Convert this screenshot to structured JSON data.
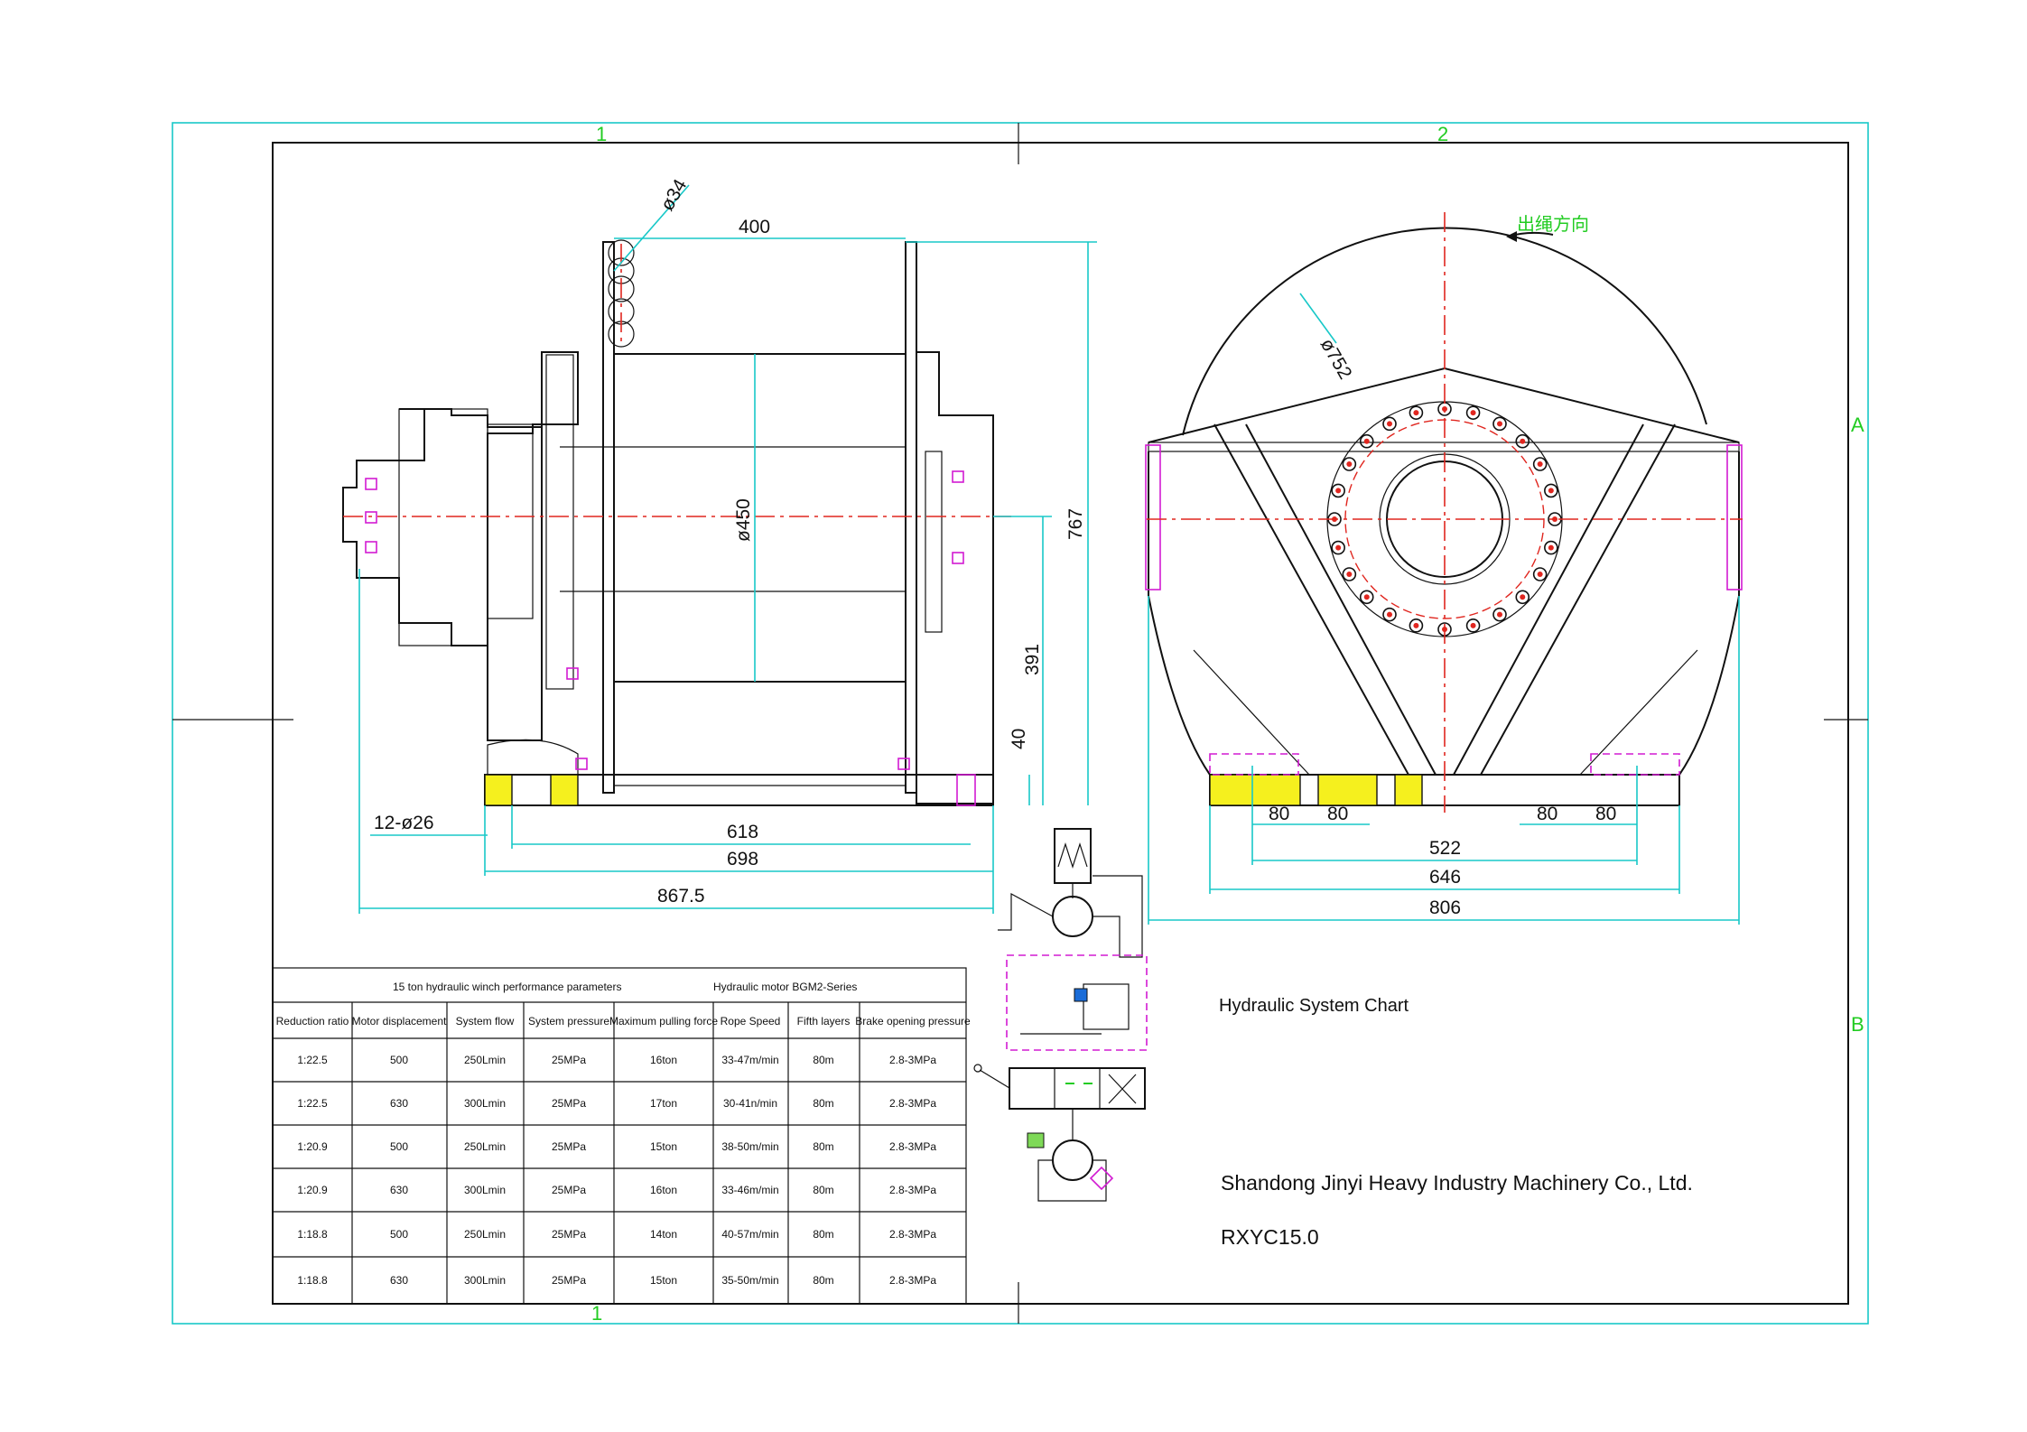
{
  "frame": {
    "zone_labels": [
      "1",
      "2",
      "1"
    ],
    "row_labels": [
      "A",
      "B"
    ]
  },
  "side_view": {
    "dims": {
      "rope_dia": "ø34",
      "drum_len": "400",
      "drum_dia": "ø450",
      "height": "767",
      "axis_height": "391",
      "base_thk": "40",
      "holes": "12-ø26",
      "bolt_span": "618",
      "base_len": "698",
      "total_len": "867.5"
    }
  },
  "front_view": {
    "rope_direction": "出绳方向",
    "dims": {
      "flange_dia": "ø752",
      "pitch_a": "80",
      "pitch_b": "80",
      "pitch_c": "80",
      "pitch_d": "80",
      "inner_span": "522",
      "bolt_span": "646",
      "total_width": "806"
    }
  },
  "hydraulic": {
    "label": "Hydraulic System Chart"
  },
  "title_block": {
    "company": "Shandong Jinyi Heavy Industry Machinery Co., Ltd.",
    "model": "RXYC15.0"
  },
  "params_table": {
    "title_left": "15 ton hydraulic winch performance parameters",
    "title_right": "Hydraulic motor BGM2-Series",
    "headers": [
      "Reduction ratio",
      "Motor displacement",
      "System flow",
      "System pressure",
      "Maximum pulling force",
      "Rope Speed",
      "Fifth layers",
      "Brake opening pressure"
    ],
    "rows": [
      [
        "1:22.5",
        "500",
        "250Lmin",
        "25MPa",
        "16ton",
        "33-47m/min",
        "80m",
        "2.8-3MPa"
      ],
      [
        "1:22.5",
        "630",
        "300Lmin",
        "25MPa",
        "17ton",
        "30-41n/min",
        "80m",
        "2.8-3MPa"
      ],
      [
        "1:20.9",
        "500",
        "250Lmin",
        "25MPa",
        "15ton",
        "38-50m/min",
        "80m",
        "2.8-3MPa"
      ],
      [
        "1:20.9",
        "630",
        "300Lmin",
        "25MPa",
        "16ton",
        "33-46m/min",
        "80m",
        "2.8-3MPa"
      ],
      [
        "1:18.8",
        "500",
        "250Lmin",
        "25MPa",
        "14ton",
        "40-57m/min",
        "80m",
        "2.8-3MPa"
      ],
      [
        "1:18.8",
        "630",
        "300Lmin",
        "25MPa",
        "15ton",
        "35-50m/min",
        "80m",
        "2.8-3MPa"
      ]
    ]
  }
}
